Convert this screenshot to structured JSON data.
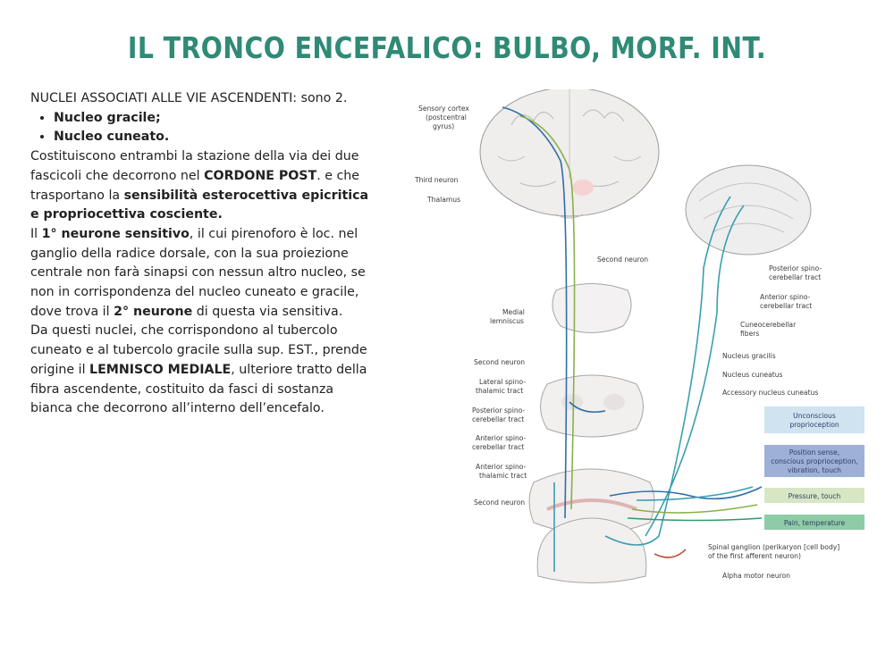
{
  "title": "IL TRONCO ENCEFALICO: BULBO, MORF. INT.",
  "text": {
    "intro": "NUCLEI ASSOCIATI ALLE VIE ASCENDENTI: sono 2.",
    "bullets": [
      "Nucleo gracile;",
      "Nucleo cuneato."
    ],
    "p1_a": "Costituiscono entrambi la stazione della via dei due fascicoli che decorrono nel ",
    "p1_b": "CORDONE POST",
    "p1_c": ". e che trasportano la ",
    "p1_d": "sensibilità esterocettiva epicritica e propriocettiva cosciente.",
    "p2_a": "Il ",
    "p2_b": "1° neurone sensitivo",
    "p2_c": ", il cui pirenoforo è loc. nel ganglio della radice dorsale, con la sua proiezione centrale non farà sinapsi con nessun altro nucleo, se non in corrispondenza del nucleo cuneato e gracile, dove trova il ",
    "p2_d": "2° neurone",
    "p2_e": " di questa via sensitiva.",
    "p3_a": "Da questi nuclei, che corrispondono al tubercolo cuneato e al tubercolo gracile sulla sup. EST., prende origine il ",
    "p3_b": "LEMNISCO MEDIALE",
    "p3_c": ", ulteriore tratto della fibra ascendente, costituito da fasci di sostanza bianca che decorrono all’interno dell’encefalo."
  },
  "figure": {
    "left_labels": {
      "sensory_cortex_1": "Sensory cortex",
      "sensory_cortex_2": "(postcentral",
      "sensory_cortex_3": "gyrus)",
      "third_neuron": "Third neuron",
      "thalamus": "Thalamus",
      "medial_lemniscus_1": "Medial",
      "medial_lemniscus_2": "lemniscus",
      "second_neuron_a": "Second neuron",
      "lat_spino_1": "Lateral spino-",
      "lat_spino_2": "thalamic tract",
      "post_spino_cb_1": "Posterior spino-",
      "post_spino_cb_2": "cerebellar tract",
      "ant_spino_cb_1": "Anterior spino-",
      "ant_spino_cb_2": "cerebellar tract",
      "ant_spino_th_1": "Anterior spino-",
      "ant_spino_th_2": "thalamic tract",
      "second_neuron_b": "Second neuron"
    },
    "right_labels": {
      "second_neuron_mid": "Second neuron",
      "post_spino_cb_1": "Posterior spino-",
      "post_spino_cb_2": "cerebellar tract",
      "ant_spino_cb_1": "Anterior spino-",
      "ant_spino_cb_2": "cerebellar tract",
      "cuneo_1": "Cuneocerebellar",
      "cuneo_2": "fibers",
      "nucleus_gracilis": "Nucleus gracilis",
      "nucleus_cuneatus": "Nucleus cuneatus",
      "accessory_cuneatus": "Accessory nucleus cuneatus",
      "spinal_ganglion_1": "Spinal ganglion (perikaryon [cell body]",
      "spinal_ganglion_2": "of the first afferent neuron)",
      "alpha_motor": "Alpha motor neuron"
    },
    "boxes": [
      {
        "line1": "Unconscious",
        "line2": "proprioception",
        "line3": "",
        "color": "#cfe3f1"
      },
      {
        "line1": "Position sense,",
        "line2": "conscious proprioception,",
        "line3": "vibration, touch",
        "color": "#9fb0d8"
      },
      {
        "line1": "Pressure, touch",
        "line2": "",
        "line3": "",
        "color": "#d7e6c4"
      },
      {
        "line1": "Pain, temperature",
        "line2": "",
        "line3": "",
        "color": "#8fcba6"
      }
    ],
    "colors": {
      "blue_pathway": "#2f6fa8",
      "teal_pathway": "#3a9fb0",
      "green_pathway": "#8ab04a",
      "motor_red": "#c0533a",
      "tissue": "#f1eeee"
    }
  }
}
